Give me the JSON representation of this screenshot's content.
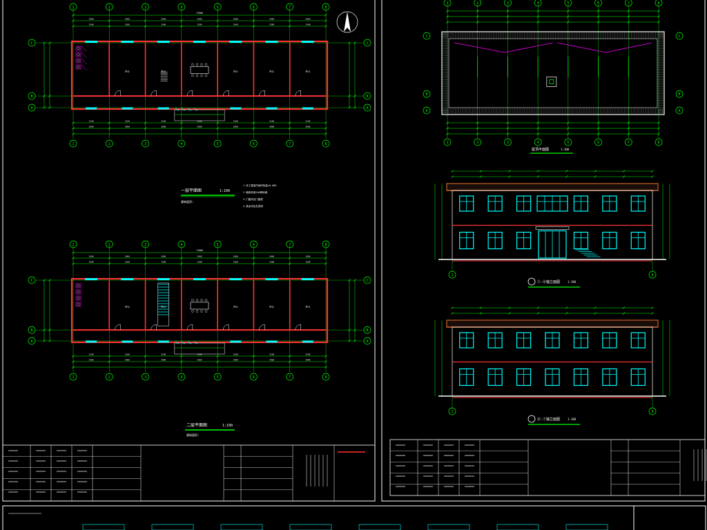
{
  "colors": {
    "background": "#000000",
    "frame": "#ffffff",
    "grid_line": "#00ff00",
    "wall": "#ff3333",
    "window": "#00ffff",
    "roof": "#cc6633",
    "furniture": "#ffffff",
    "toilet": "#ff00ff",
    "stamp": "#ff3333",
    "dim_text": "#ffffff"
  },
  "plan_1": {
    "title": "一层平面图",
    "scale": "1:100",
    "axis_numbers": [
      "1",
      "2",
      "3",
      "4",
      "5",
      "6",
      "7",
      "8"
    ],
    "axis_letters": [
      "C",
      "B",
      "A"
    ],
    "total_dimension": "27000"
  },
  "plan_2": {
    "title": "二层平面图",
    "scale": "1:100",
    "axis_numbers": [
      "1",
      "2",
      "3",
      "4",
      "5",
      "6",
      "7",
      "8"
    ],
    "axis_letters": [
      "C",
      "B",
      "A"
    ]
  },
  "roof_plan": {
    "title": "屋顶平面图",
    "scale": "1:100"
  },
  "elevation_front": {
    "title": "①-⑧轴立面图",
    "scale": "1:100"
  },
  "elevation_back": {
    "title": "⑧-①轴立面图",
    "scale": "1:100"
  },
  "notes_left": [
    "1.本工程室内地坪标高±0.000",
    "2.墙体采用240厚砖墙",
    "3.门窗详见门窗表",
    "4.其余详见总说明"
  ],
  "area_left": "建筑面积:",
  "area_left_2": "建筑面积:"
}
